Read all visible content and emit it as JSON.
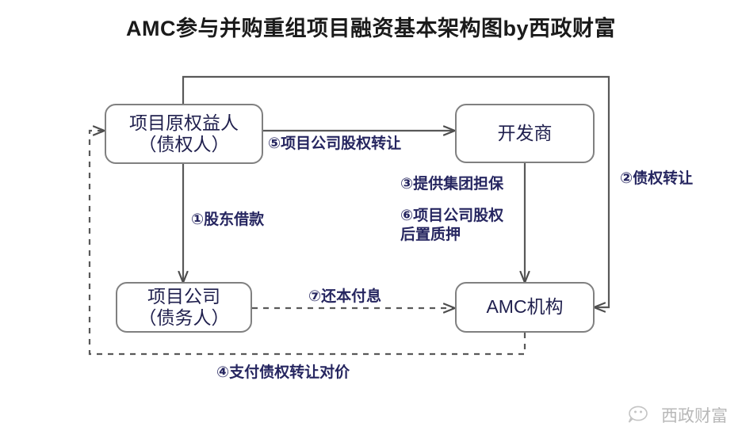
{
  "title": "AMC参与并购重组项目融资基本架构图by西政财富",
  "nodes": {
    "original_equity_holder": {
      "line1": "项目原权益人",
      "line2": "（债权人）"
    },
    "developer": {
      "line1": "开发商"
    },
    "project_company": {
      "line1": "项目公司",
      "line2": "（债务人）"
    },
    "amc": {
      "line1": "AMC机构"
    }
  },
  "edges": {
    "shareholder_loan": "①股东借款",
    "claim_transfer": "②债权转让",
    "group_guarantee": "③提供集团担保",
    "transfer_consideration": "④支付债权转让对价",
    "equity_transfer": "⑤项目公司股权转让",
    "equity_pledge_line1": "⑥项目公司股权",
    "equity_pledge_line2": "后置质押",
    "repay_principal_interest": "⑦还本付息"
  },
  "watermark": {
    "label": "西政财富",
    "icon": "wechat-icon"
  },
  "colors": {
    "box_border": "#808080",
    "box_text": "#1f1f4d",
    "edge_label": "#262660",
    "line": "#595959",
    "title": "#1a1a1a",
    "watermark": "#b8b8b8"
  }
}
